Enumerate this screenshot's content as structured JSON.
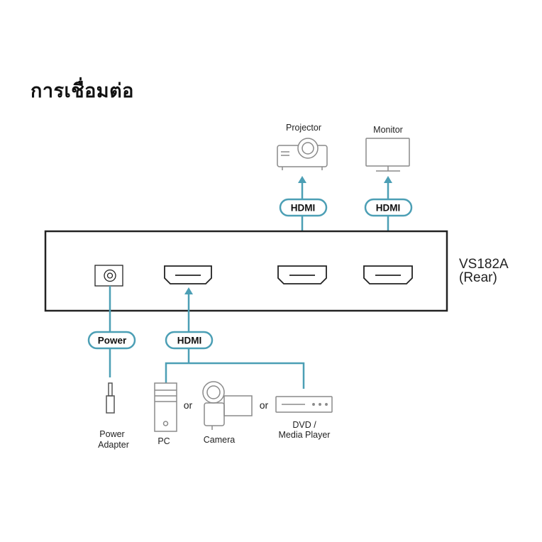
{
  "title": "การเชื่อมต่อ",
  "device": {
    "model": "VS182A",
    "side": "(Rear)"
  },
  "outputs": [
    {
      "label": "Projector",
      "cable": "HDMI",
      "icon": "projector-icon"
    },
    {
      "label": "Monitor",
      "cable": "HDMI",
      "icon": "monitor-icon"
    }
  ],
  "power": {
    "cable": "Power",
    "label_line1": "Power",
    "label_line2": "Adapter"
  },
  "input": {
    "cable": "HDMI"
  },
  "sources": [
    {
      "label": "PC",
      "icon": "pc-tower-icon"
    },
    {
      "label": "Camera",
      "icon": "camera-icon"
    },
    {
      "label_line1": "DVD /",
      "label_line2": "Media Player",
      "icon": "dvd-player-icon"
    }
  ],
  "connector_word": "or",
  "colors": {
    "cable": "#4c9fb5",
    "outline": "#222222",
    "icon": "#8a8a8a"
  }
}
